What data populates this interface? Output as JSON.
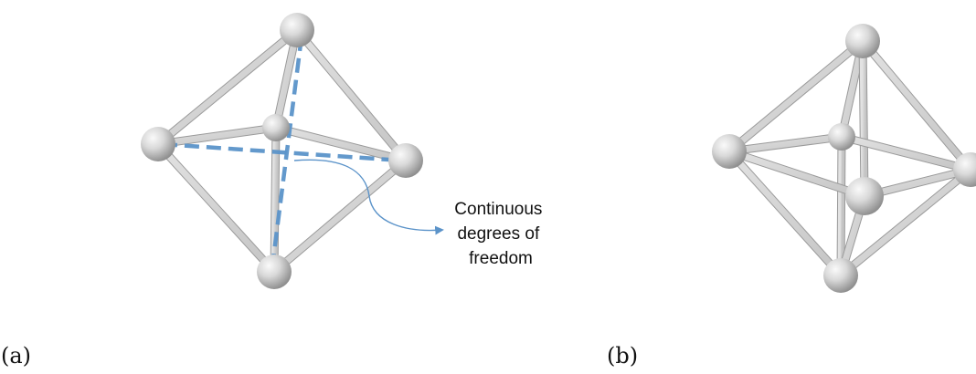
{
  "panels": [
    {
      "label": "(a)",
      "annotation": [
        "Continuous",
        "degrees of",
        "freedom"
      ]
    },
    {
      "label": "(b)"
    }
  ],
  "colors": {
    "dashed_axes": "#5b93c9",
    "strut": "#c8c8c8",
    "node": "#d6d6d6"
  }
}
